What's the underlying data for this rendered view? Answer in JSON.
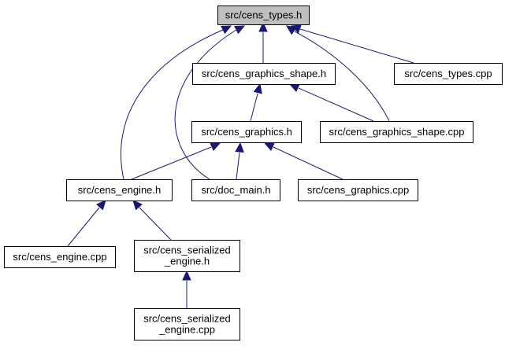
{
  "diagram": {
    "nodes": [
      {
        "id": "types_h",
        "lines": [
          "src/cens_types.h"
        ],
        "root": true
      },
      {
        "id": "shape_h",
        "lines": [
          "src/cens_graphics_shape.h"
        ]
      },
      {
        "id": "types_cpp",
        "lines": [
          "src/cens_types.cpp"
        ]
      },
      {
        "id": "graphics_h",
        "lines": [
          "src/cens_graphics.h"
        ]
      },
      {
        "id": "shape_cpp",
        "lines": [
          "src/cens_graphics_shape.cpp"
        ]
      },
      {
        "id": "engine_h",
        "lines": [
          "src/cens_engine.h"
        ]
      },
      {
        "id": "doc_main_h",
        "lines": [
          "src/doc_main.h"
        ]
      },
      {
        "id": "graphics_cpp",
        "lines": [
          "src/cens_graphics.cpp"
        ]
      },
      {
        "id": "engine_cpp",
        "lines": [
          "src/cens_engine.cpp"
        ]
      },
      {
        "id": "serialized_engine_h",
        "lines": [
          "src/cens_serialized",
          "_engine.h"
        ]
      },
      {
        "id": "serialized_engine_cpp",
        "lines": [
          "src/cens_serialized",
          "_engine.cpp"
        ]
      }
    ],
    "edges": [
      {
        "from": "shape_h",
        "to": "types_h"
      },
      {
        "from": "types_cpp",
        "to": "types_h"
      },
      {
        "from": "shape_cpp",
        "to": "types_h"
      },
      {
        "from": "engine_h",
        "to": "types_h"
      },
      {
        "from": "doc_main_h",
        "to": "types_h"
      },
      {
        "from": "graphics_h",
        "to": "shape_h"
      },
      {
        "from": "shape_cpp",
        "to": "shape_h"
      },
      {
        "from": "engine_h",
        "to": "graphics_h"
      },
      {
        "from": "doc_main_h",
        "to": "graphics_h"
      },
      {
        "from": "graphics_cpp",
        "to": "graphics_h"
      },
      {
        "from": "engine_cpp",
        "to": "engine_h"
      },
      {
        "from": "serialized_engine_h",
        "to": "engine_h"
      },
      {
        "from": "serialized_engine_cpp",
        "to": "serialized_engine_h"
      }
    ],
    "colors": {
      "edge": "#191970",
      "root_fill": "#bfbfbf",
      "node_fill": "#ffffff",
      "border": "#000000"
    }
  }
}
